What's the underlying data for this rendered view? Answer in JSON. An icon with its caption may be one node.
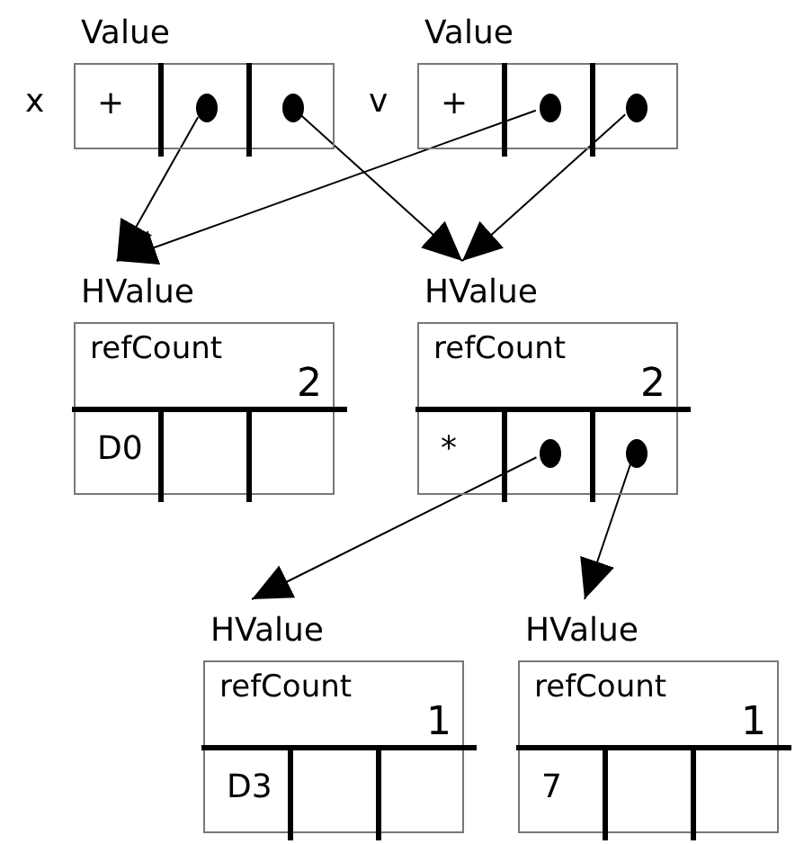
{
  "diagram": {
    "nodes": [
      {
        "text": [
          "Value"
        ],
        "beside": [
          "x"
        ]
      },
      {
        "text": [
          "+"
        ],
        "in": 0
      },
      {
        "text": [],
        "shape": "circle",
        "in": 0
      },
      {
        "text": [],
        "shape": "circle",
        "in": 0
      },
      {
        "text": [
          "Value"
        ],
        "beside": [
          "v"
        ]
      },
      {
        "text": [
          "+"
        ],
        "in": 4
      },
      {
        "text": [],
        "shape": "circle",
        "in": 4
      },
      {
        "text": [],
        "shape": "circle",
        "in": 4
      },
      {
        "text": [
          "HValue"
        ]
      },
      {
        "text": [
          "refCount",
          "2"
        ],
        "in": 8
      },
      {
        "text": [
          "D0"
        ],
        "in": 8
      },
      {
        "text": [
          "HValue"
        ]
      },
      {
        "text": [
          "refCount",
          "2"
        ],
        "in": 11
      },
      {
        "text": [
          "*"
        ],
        "in": 11
      },
      {
        "text": [],
        "shape": "circle",
        "in": 11
      },
      {
        "text": [],
        "shape": "circle",
        "in": 11
      },
      {
        "text": [
          "HValue"
        ]
      },
      {
        "text": [
          "refCount",
          "1"
        ],
        "in": 16
      },
      {
        "text": [
          "D3"
        ],
        "in": 16
      },
      {
        "text": [
          "HValue"
        ]
      },
      {
        "text": [
          "refCount",
          "1"
        ],
        "in": 19
      },
      {
        "text": [
          "7"
        ],
        "in": 19
      }
    ],
    "edges": [
      {
        "from": 2,
        "to": 8,
        "arrow": "to"
      },
      {
        "from": 3,
        "to": 11,
        "arrow": "to"
      },
      {
        "from": 6,
        "to": 8,
        "arrow": "to"
      },
      {
        "from": 7,
        "to": 11,
        "arrow": "to"
      },
      {
        "from": 14,
        "to": 16,
        "arrow": "to"
      },
      {
        "from": 15,
        "to": 19,
        "arrow": "to"
      }
    ]
  }
}
